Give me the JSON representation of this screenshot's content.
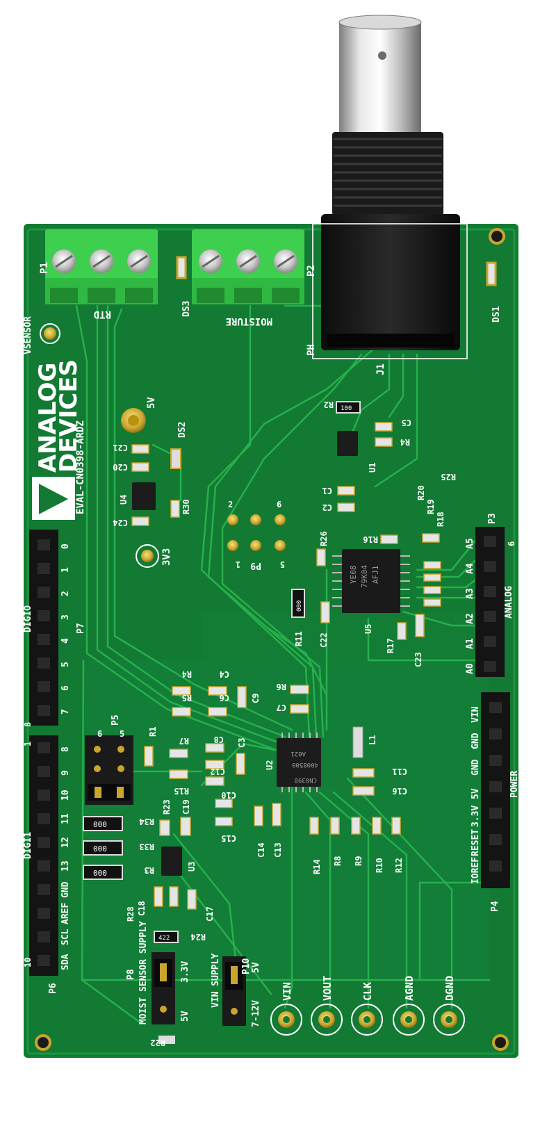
{
  "board": {
    "brand_line1": "ANALOG",
    "brand_line2": "DEVICES",
    "board_name": "EVAL-CN0398-ARDZ",
    "colors": {
      "pcb": "#127a33",
      "pcb_dark": "#0b5e26",
      "trace": "#22b04a",
      "terminal": "#3fcf4f",
      "silk": "#ffffff",
      "gold": "#c9a52e"
    }
  },
  "connectors": {
    "rtd": "RTD",
    "moisture": "MOISTURE",
    "p1": "P1",
    "p2": "P2",
    "ph": "PH",
    "j1": "J1",
    "vsensor": "VSENSOR"
  },
  "testpoints": {
    "tp_5v": "5V",
    "tp_3v3": "3V3",
    "bottom": [
      "VIN",
      "VOUT",
      "CLK",
      "AGND",
      "DGND"
    ]
  },
  "headers": {
    "p3": {
      "ref": "P3",
      "group": "ANALOG",
      "pins": [
        "A5",
        "A4",
        "A3",
        "A2",
        "A1",
        "A0"
      ],
      "num_top": "6"
    },
    "p4": {
      "ref": "P4",
      "group": "POWER",
      "pins": [
        "VIN",
        "GND",
        "GND",
        "5V",
        "3.3V",
        "RESET",
        "IOREF"
      ]
    },
    "p7": {
      "ref": "P7",
      "group": "DIGIO",
      "pins": [
        "0",
        "1",
        "2",
        "3",
        "4",
        "5",
        "6",
        "7"
      ],
      "num_bottom": "8"
    },
    "p6": {
      "ref": "P6",
      "group": "DIGI1",
      "pins": [
        "8",
        "9",
        "10",
        "11",
        "12",
        "13",
        "GND",
        "AREF",
        "SCL",
        "SDA"
      ],
      "num_top": "1",
      "num_bottom": "10"
    },
    "p5": {
      "ref": "P5",
      "col_a": "6",
      "col_b": "5"
    },
    "p9": {
      "ref": "P9",
      "pins": [
        "2",
        "6",
        "1",
        "5"
      ]
    }
  },
  "jumpers": {
    "p8": {
      "ref": "P8",
      "label": "MOIST SENSOR SUPPLY",
      "opt_top": "3.3V",
      "opt_bottom": "5V"
    },
    "p10": {
      "ref": "P10",
      "label": "VIN SUPPLY",
      "opt_top": "5V",
      "opt_bottom": "7-12V"
    }
  },
  "ic_markings": {
    "u5_line1": "YE08",
    "u5_line2": "79K04",
    "u5_line3": "AFJ1",
    "u2_line1": "CN0398",
    "u2_line2": "4008500",
    "u2_line3": "A021",
    "r2_value": "100",
    "r24_value": "422",
    "r11_value": "000",
    "r34_value": "000",
    "r33_value": "000",
    "r3_value": "000"
  },
  "refdes": {
    "ds1": "DS1",
    "ds2": "DS2",
    "ds3": "DS3",
    "r2": "R2",
    "c5": "C5",
    "r4a": "R4",
    "u1": "U1",
    "r25": "R25",
    "c1": "C1",
    "c2": "C2",
    "r20": "R20",
    "r19": "R19",
    "r18": "R18",
    "r26": "R26",
    "r16": "R16",
    "r11": "R11",
    "c22": "C22",
    "u5": "U5",
    "r17": "R17",
    "c23": "C23",
    "c21": "C21",
    "c20": "C20",
    "u4": "U4",
    "r30": "R30",
    "c24": "C24",
    "r4": "R4",
    "c4": "C4",
    "r5": "R5",
    "c6": "C6",
    "c9": "C9",
    "r6": "R6",
    "c7": "C7",
    "r1": "R1",
    "r7": "R7",
    "c8": "C8",
    "c3": "C3",
    "r15": "R15",
    "c12": "C12",
    "u2": "U2",
    "l1": "L1",
    "c11": "C11",
    "c16": "C16",
    "c10": "C10",
    "c15": "C15",
    "c14": "C14",
    "c13": "C13",
    "r14": "R14",
    "r8": "R8",
    "r9": "R9",
    "r10": "R10",
    "r12": "R12",
    "r23": "R23",
    "c19": "C19",
    "r34": "R34",
    "r33": "R33",
    "r3": "R3",
    "u3": "U3",
    "r28": "R28",
    "c18": "C18",
    "c17": "C17",
    "r24": "R24",
    "r22": "R22"
  }
}
